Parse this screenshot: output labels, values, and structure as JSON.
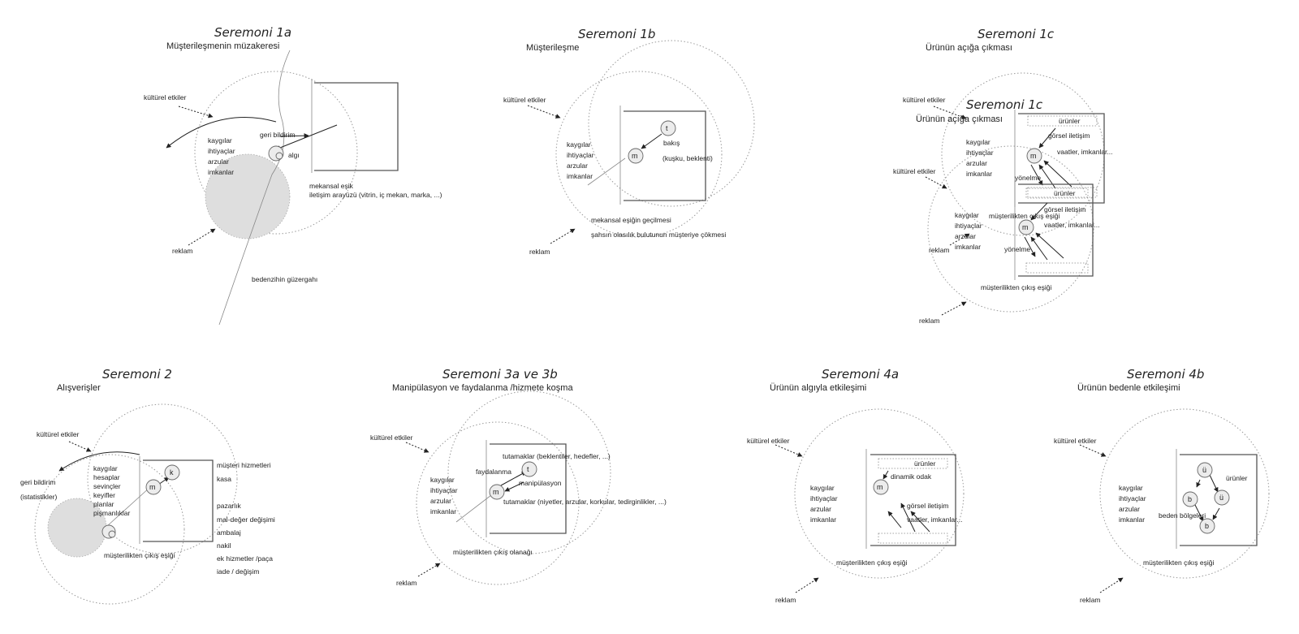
{
  "panel_1a": {
    "title": "Seremoni 1a",
    "subtitle": "Müşterileşmenin müzakeresi",
    "kulturel": "kültürel etkiler",
    "needs": [
      "kaygılar",
      "ihtiyaçlar",
      "arzular",
      "imkanlar"
    ],
    "geri": "geri bildirim",
    "algi": "algı",
    "esik1": "mekansal eşik",
    "esik2": "iletişim arayüzü (vitrin, iç mekan, marka, ...)",
    "reklam": "reklam",
    "beden": "bedenzihin güzergahı"
  },
  "panel_1b": {
    "title": "Seremoni 1b",
    "subtitle": "Müşterileşme",
    "kulturel": "kültürel etkiler",
    "needs": [
      "kaygılar",
      "ihtiyaçlar",
      "arzular",
      "imkanlar"
    ],
    "t": "t",
    "m": "m",
    "bakis": "bakış",
    "kusku": "(kuşku, beklenti)",
    "mekansal": "mekansal eşiğin geçilmesi",
    "sahsin": "şahsın olasılık bulutunun müşteriye çökmesi",
    "reklam": "reklam"
  },
  "panel_1c": {
    "title": "Seremoni 1c",
    "subtitle": "Ürünün açığa çıkması",
    "title2": "Seremoni 1c",
    "subtitle2": "Ürünün açığa çıkması",
    "kulturel": "kültürel etkiler",
    "kulturel2": "kültürel etkiler",
    "needs": [
      "kaygılar",
      "ihtiyaçlar",
      "arzular",
      "imkanlar"
    ],
    "needs2": [
      "kaygılar",
      "ihtiyaçlar",
      "arzular",
      "imkanlar"
    ],
    "urunler": "ürünler",
    "urunler2": "ürünler",
    "gorsel": "görsel iletişim",
    "vaatler": "vaatler, imkanlar...",
    "gorsel2": "görsel iletişim",
    "vaatler2": "vaatler, imkanlar...",
    "yonelme": "yönelme",
    "yonelme2": "yönelme",
    "cikis": "müşterilikten çıkış eşiği",
    "cikis2": "müşterilikten çıkış eşiği",
    "m": "m",
    "reklam": "reklam",
    "reklam2": "reklam"
  },
  "panel_2": {
    "title": "Seremoni 2",
    "subtitle": "Alışverişler",
    "kulturel": "kültürel etkiler",
    "geri": "geri bildirim",
    "istat": "(istatistikler)",
    "needs": [
      "kaygılar",
      "hesaplar",
      "sevinçler",
      "keyifler",
      "planlar",
      "pişmanlıklar"
    ],
    "m": "m",
    "k": "k",
    "cikis": "müşterilikten çıkış eşiği",
    "right": [
      "müşteri hizmetleri",
      "kasa",
      "pazarlık",
      "mal-değer değişimi",
      "ambalaj",
      "nakil",
      "ek hizmetler /paça",
      "iade / değişim"
    ]
  },
  "panel_3": {
    "title": "Seremoni 3a ve 3b",
    "subtitle": "Manipülasyon ve faydalanma /hizmete koşma",
    "kulturel": "kültürel etkiler",
    "needs": [
      "kaygılar",
      "ihtiyaçlar",
      "arzular",
      "imkanlar"
    ],
    "tut1": "tutamaklar (beklentiler, hedefler, ...)",
    "fayda": "faydalanma",
    "manip": "manipülasyon",
    "tut2": "tutamaklar (niyetler, arzular, korkular, tedirginlikler, ...)",
    "t": "t",
    "m": "m",
    "cikis": "müşterilikten çıkış olanağı",
    "reklam": "reklam"
  },
  "panel_4a": {
    "title": "Seremoni 4a",
    "subtitle": "Ürünün algıyla etkileşimi",
    "kulturel": "kültürel etkiler",
    "needs": [
      "kaygılar",
      "ihtiyaçlar",
      "arzular",
      "imkanlar"
    ],
    "urunler": "ürünler",
    "dinamik": "dinamik odak",
    "gorsel": "görsel iletişim",
    "vaatler": "vaatler, imkanlar...",
    "m": "m",
    "cikis": "müşterilikten çıkış eşiği",
    "reklam": "reklam"
  },
  "panel_4b": {
    "title": "Seremoni 4b",
    "subtitle": "Ürünün bedenle etkileşimi",
    "kulturel": "kültürel etkiler",
    "needs": [
      "kaygılar",
      "ihtiyaçlar",
      "arzular",
      "imkanlar"
    ],
    "urunler": "ürünler",
    "beden": "beden bölgeleri",
    "u": "ü",
    "b": "b",
    "cikis": "müşterilikten çıkış eşiği",
    "reklam": "reklam"
  }
}
